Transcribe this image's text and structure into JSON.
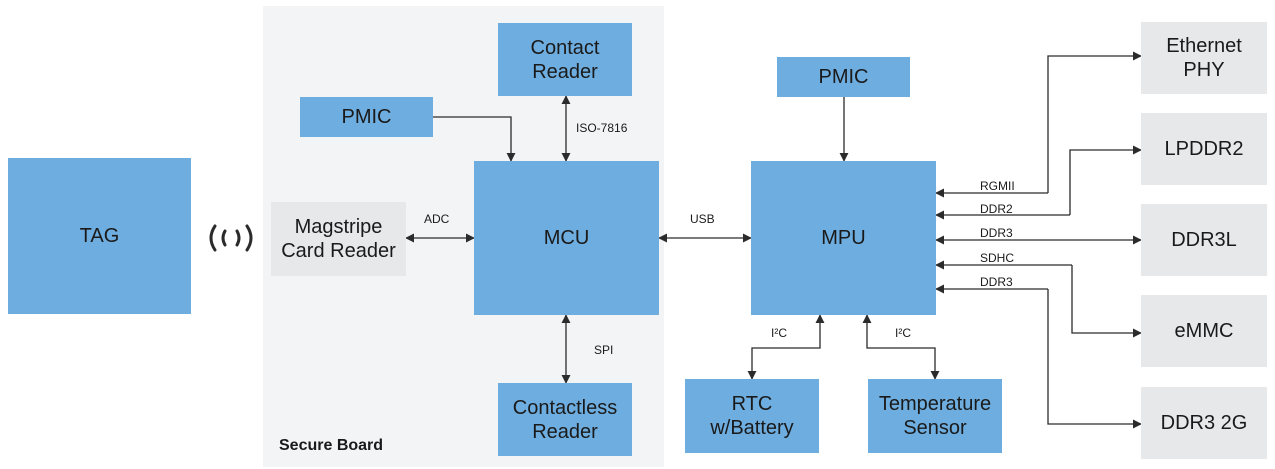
{
  "region": {
    "title": "Secure Board"
  },
  "blocks": {
    "tag": "TAG",
    "magstripe": "Magstripe\nCard Reader",
    "pmic_left": "PMIC",
    "contact_reader": "Contact\nReader",
    "mcu": "MCU",
    "contactless_reader": "Contactless\nReader",
    "pmic_right": "PMIC",
    "mpu": "MPU",
    "rtc": "RTC\nw/Battery",
    "temp_sensor": "Temperature\nSensor",
    "ethernet_phy": "Ethernet\nPHY",
    "lpddr2": "LPDDR2",
    "ddr3l": "DDR3L",
    "emmc": "eMMC",
    "ddr3_2g": "DDR3 2G"
  },
  "links": {
    "adc": "ADC",
    "iso7816": "ISO-7816",
    "spi": "SPI",
    "usb": "USB",
    "i2c_rtc": "I²C",
    "i2c_temp": "I²C",
    "rgmii": "RGMII",
    "ddr2": "DDR2",
    "ddr3_top": "DDR3",
    "sdhc": "SDHC",
    "ddr3_bottom": "DDR3"
  },
  "colors": {
    "block_blue": "#6eaddf",
    "block_grey": "#e6e8ea",
    "region_bg": "#f3f4f5",
    "wire": "#2b2b2b"
  },
  "icons": {
    "wireless": "wireless-signal-icon"
  }
}
